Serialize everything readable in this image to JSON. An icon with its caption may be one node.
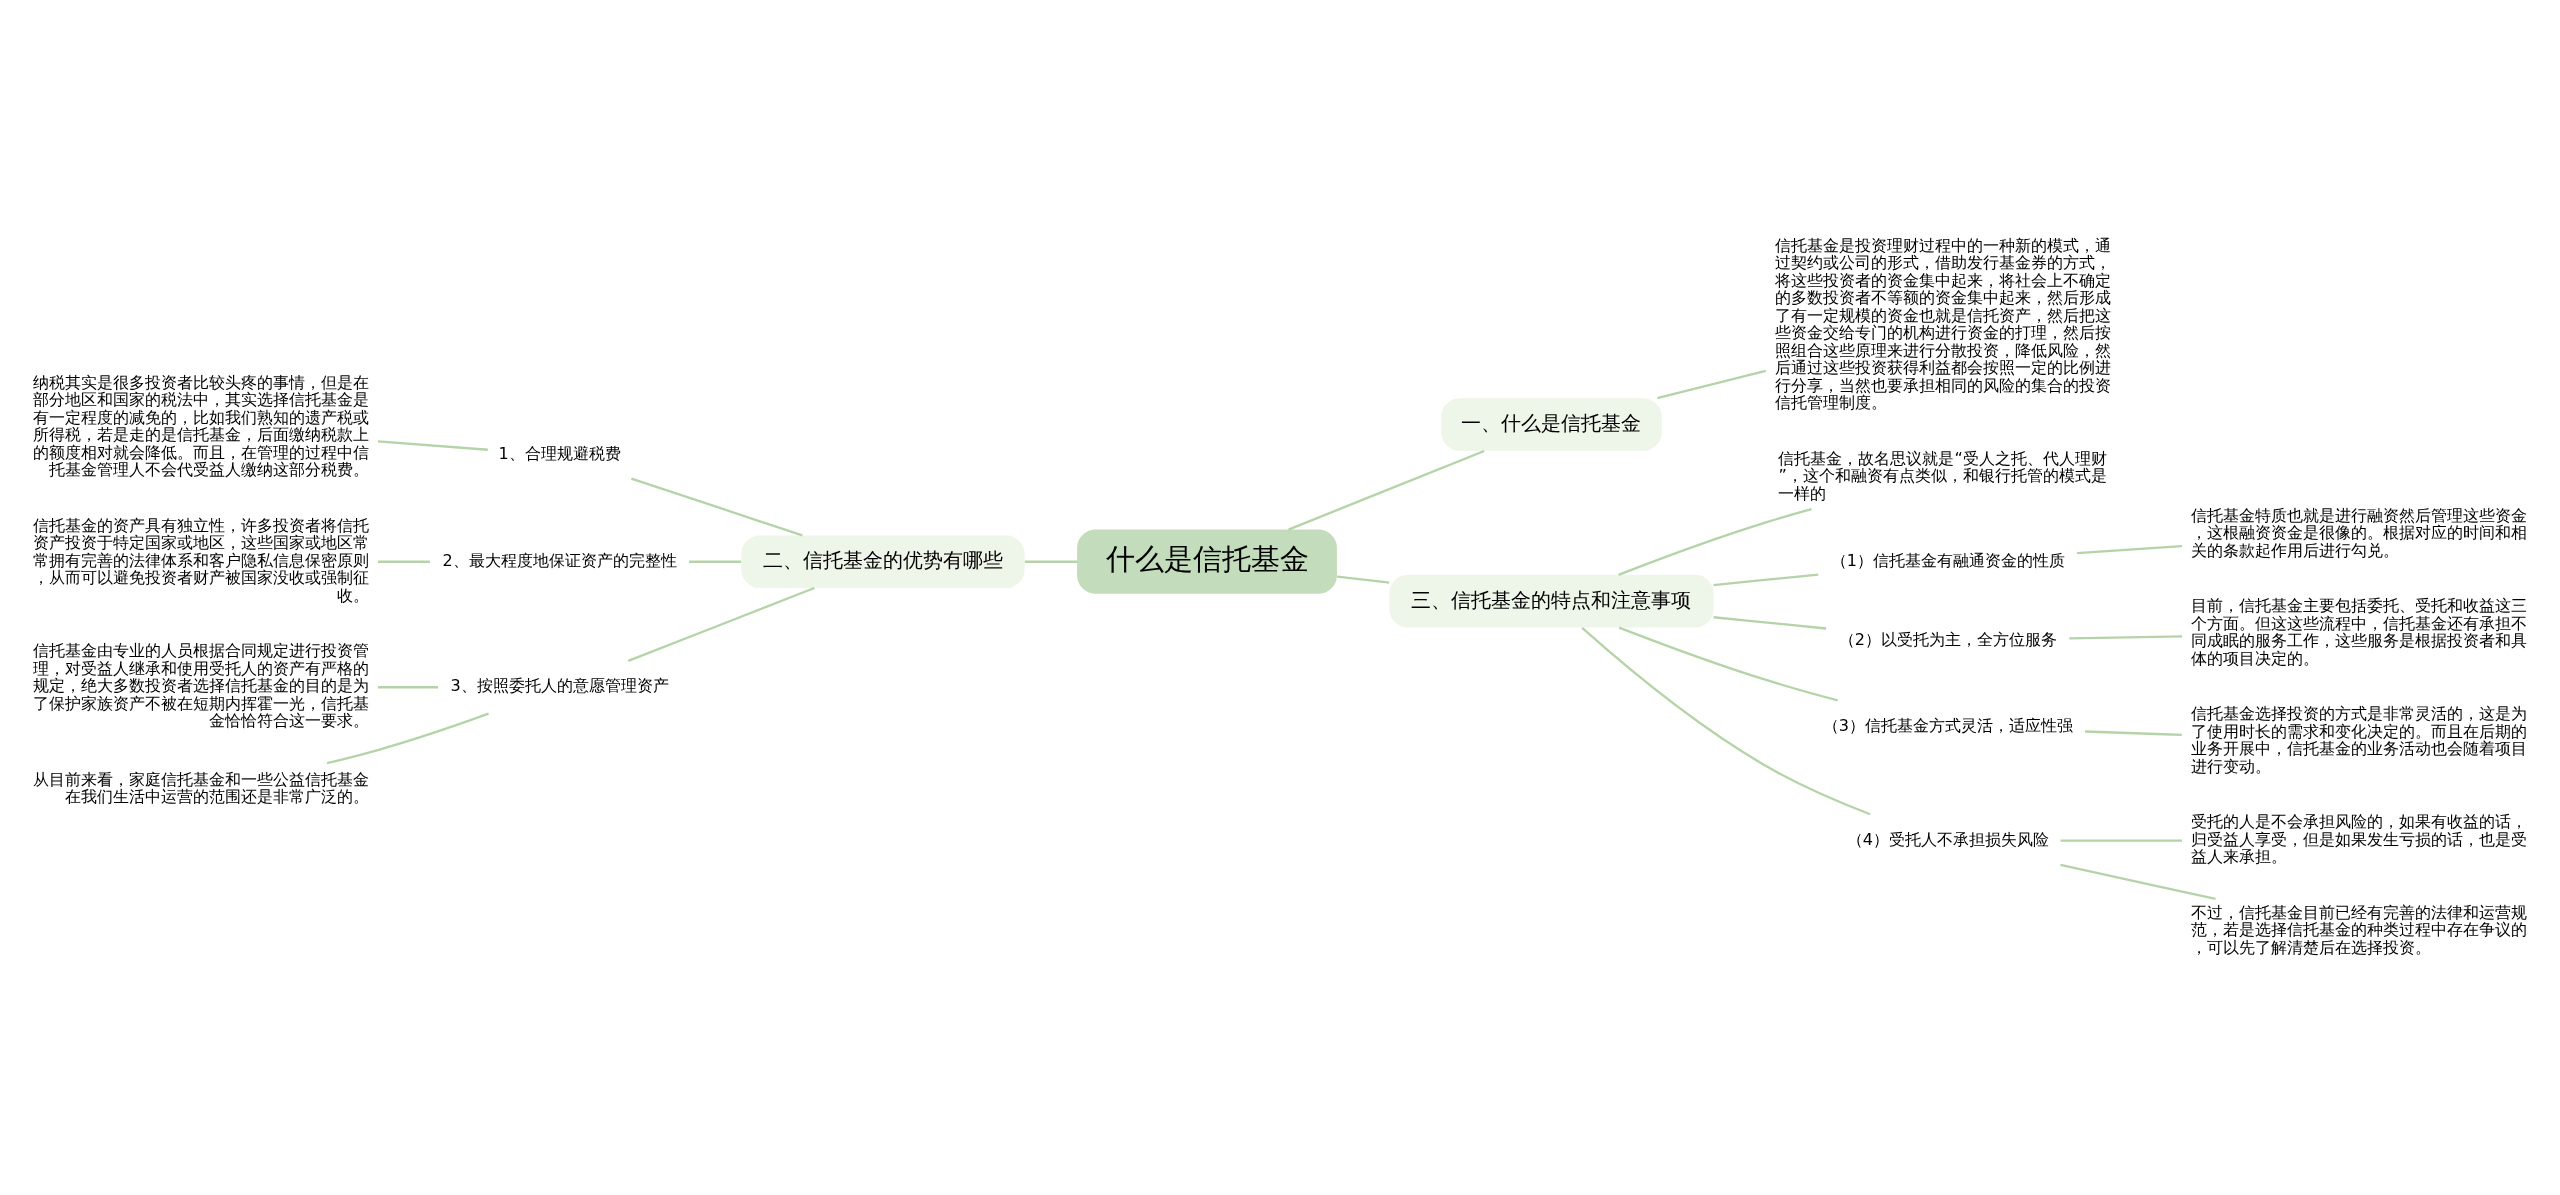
{
  "diagram": {
    "nodes": [
      {
        "text": [
          "什么是信托基金"
        ]
      },
      {
        "text": [
          "一、什么是信托基金"
        ]
      },
      {
        "text": [
          "信托基金是投资理财过程中的一种新的模式，通过契约或公司的形式，借助发行基金券的方式，将这些投资者的资金集中起来，将社会上不确定的多数投资者不等额的资金集中起来，然后形成了有一定规模的资金也就是信托资产，然后把这些资金交给专门的机构进行资金的打理，然后按照组合这些原理来进行分散投资，降低风险，然后通过这些投资获得利益都会按照一定的比例进行分享，当然也要承担相同的风险的集合的投资信托管理制度。"
        ]
      },
      {
        "text": [
          "二、信托基金的优势有哪些"
        ]
      },
      {
        "text": [
          "1、合理规避税费"
        ]
      },
      {
        "text": [
          "纳税其实是很多投资者比较头疼的事情，但是在部分地区和国家的税法中，其实选择信托基金是有一定程度的减免的，比如我们熟知的遗产税或所得税，若是走的是信托基金，后面缴纳税款上的额度相对就会降低。而且，在管理的过程中信托基金管理人不会代受益人缴纳这部分税费。"
        ]
      },
      {
        "text": [
          "2、最大程度地保证资产的完整性"
        ]
      },
      {
        "text": [
          "信托基金的资产具有独立性，许多投资者将信托资产投资于特定国家或地区，这些国家或地区常常拥有完善的法律体系和客户隐私信息保密原则，从而可以避免投资者财产被国家没收或强制征收。"
        ]
      },
      {
        "text": [
          "3、按照委托人的意愿管理资产"
        ]
      },
      {
        "text": [
          "信托基金由专业的人员根据合同规定进行投资管理，对受益人继承和使用受托人的资产有严格的规定，绝大多数投资者选择信托基金的目的是为了保护家族资产不被在短期内挥霍一光，信托基金恰恰符合这一要求。"
        ]
      },
      {
        "text": [
          "从目前来看，家庭信托基金和一些公益信托基金在我们生活中运营的范围还是非常广泛的。"
        ]
      },
      {
        "text": [
          "三、信托基金的特点和注意事项"
        ]
      },
      {
        "text": [
          "信托基金，故名思议就是“受人之托、代人理财”，这个和融资有点类似，和银行托管的模式是一样的"
        ]
      },
      {
        "text": [
          "（1）信托基金有融通资金的性质"
        ]
      },
      {
        "text": [
          "信托基金特质也就是进行融资然后管理这些资金，这根融资资金是很像的。根据对应的时间和相关的条款起作用后进行勾兑。"
        ]
      },
      {
        "text": [
          "（2）以受托为主，全方位服务"
        ]
      },
      {
        "text": [
          "目前，信托基金主要包括委托、受托和收益这三个方面。但这这些流程中，信托基金还有承担不同成眠的服务工作，这些服务是根据投资者和具体的项目决定的。"
        ]
      },
      {
        "text": [
          "（3）信托基金方式灵活，适应性强"
        ]
      },
      {
        "text": [
          "信托基金选择投资的方式是非常灵活的，这是为了使用时长的需求和变化决定的。而且在后期的业务开展中，信托基金的业务活动也会随着项目进行变动。"
        ]
      },
      {
        "text": [
          "（4）受托人不承担损失风险"
        ]
      },
      {
        "text": [
          "受托的人是不会承担风险的，如果有收益的话，归受益人享受，但是如果发生亏损的话，也是受益人来承担。"
        ]
      },
      {
        "text": [
          "不过，信托基金目前已经有完善的法律和运营规范，若是选择信托基金的种类过程中存在争议的，可以先了解清楚后在选择投资。"
        ]
      }
    ],
    "edges": [
      {
        "from": 0,
        "to": 1,
        "arrow": "none"
      },
      {
        "from": 1,
        "to": 2,
        "arrow": "none"
      },
      {
        "from": 0,
        "to": 3,
        "arrow": "none"
      },
      {
        "from": 3,
        "to": 4,
        "arrow": "none"
      },
      {
        "from": 4,
        "to": 5,
        "arrow": "none"
      },
      {
        "from": 3,
        "to": 6,
        "arrow": "none"
      },
      {
        "from": 6,
        "to": 7,
        "arrow": "none"
      },
      {
        "from": 3,
        "to": 8,
        "arrow": "none"
      },
      {
        "from": 8,
        "to": 9,
        "arrow": "none"
      },
      {
        "from": 8,
        "to": 10,
        "arrow": "none"
      },
      {
        "from": 0,
        "to": 11,
        "arrow": "none"
      },
      {
        "from": 11,
        "to": 12,
        "arrow": "none"
      },
      {
        "from": 11,
        "to": 13,
        "arrow": "none"
      },
      {
        "from": 13,
        "to": 14,
        "arrow": "none"
      },
      {
        "from": 11,
        "to": 15,
        "arrow": "none"
      },
      {
        "from": 15,
        "to": 16,
        "arrow": "none"
      },
      {
        "from": 11,
        "to": 17,
        "arrow": "none"
      },
      {
        "from": 17,
        "to": 18,
        "arrow": "none"
      },
      {
        "from": 11,
        "to": 19,
        "arrow": "none"
      },
      {
        "from": 19,
        "to": 20,
        "arrow": "none"
      },
      {
        "from": 19,
        "to": 21,
        "arrow": "none"
      }
    ]
  }
}
